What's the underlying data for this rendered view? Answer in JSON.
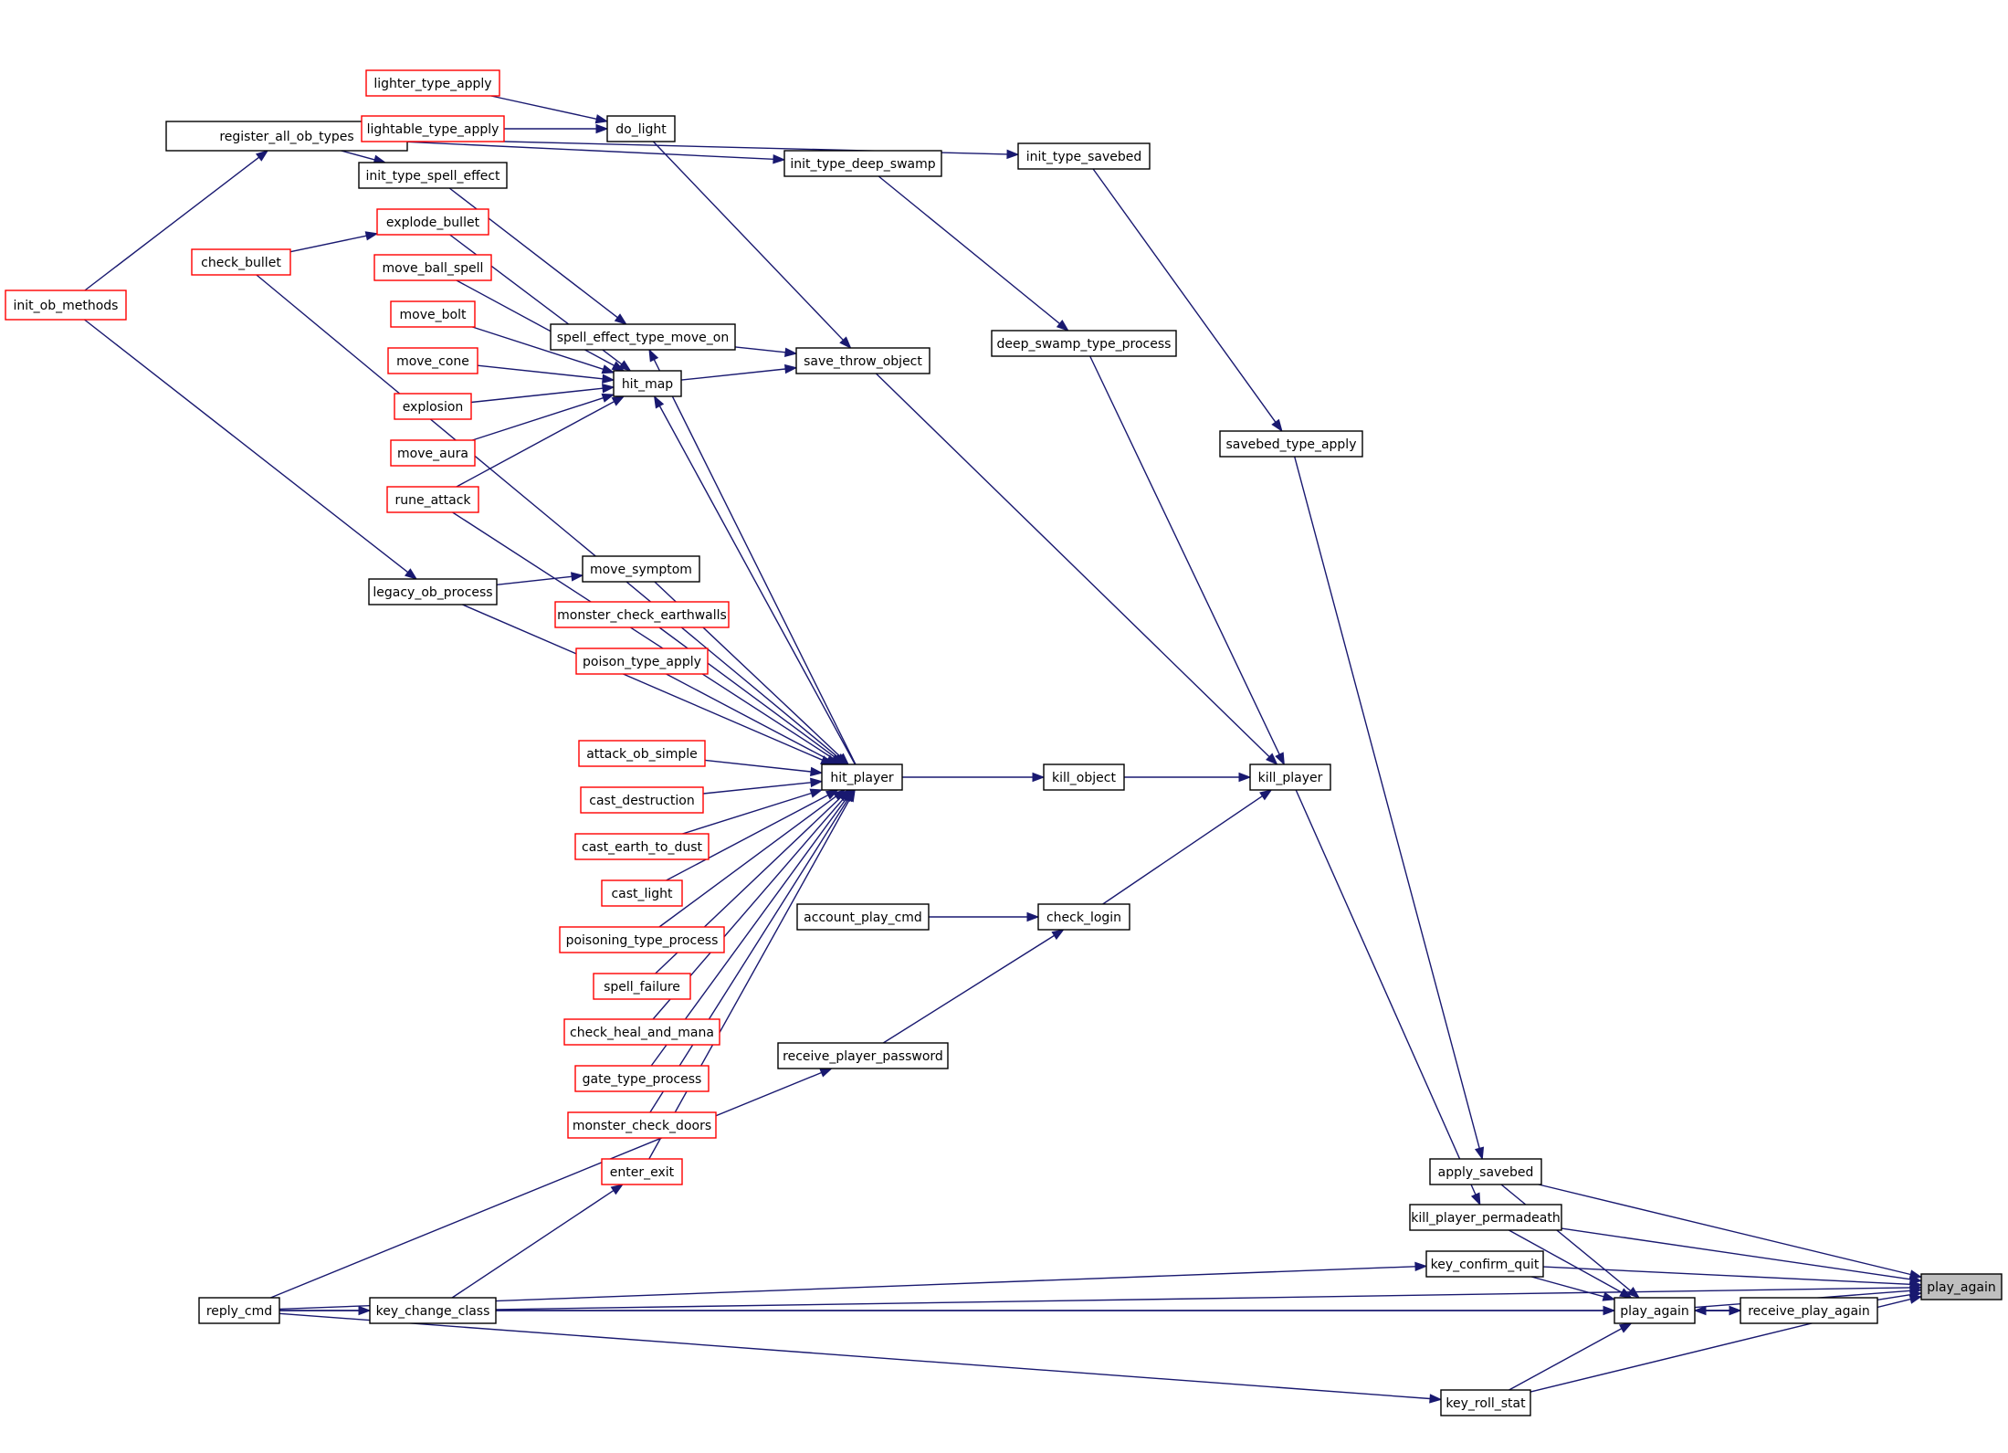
{
  "colors": {
    "edge": "#191970",
    "black_border": "#000000",
    "red_border": "#ff0000",
    "root_fill": "#bfbfbf"
  },
  "nodes": [
    {
      "id": "register_all_ob_types",
      "label": "register_all_ob_types",
      "border": "black"
    },
    {
      "id": "init_ob_methods",
      "label": "init_ob_methods",
      "border": "red"
    },
    {
      "id": "lighter_type_apply",
      "label": "lighter_type_apply",
      "border": "red"
    },
    {
      "id": "lightable_type_apply",
      "label": "lightable_type_apply",
      "border": "red"
    },
    {
      "id": "do_light",
      "label": "do_light",
      "border": "black"
    },
    {
      "id": "init_type_spell_effect",
      "label": "init_type_spell_effect",
      "border": "black"
    },
    {
      "id": "init_type_deep_swamp",
      "label": "init_type_deep_swamp",
      "border": "black"
    },
    {
      "id": "init_type_savebed",
      "label": "init_type_savebed",
      "border": "black"
    },
    {
      "id": "explode_bullet",
      "label": "explode_bullet",
      "border": "red"
    },
    {
      "id": "check_bullet",
      "label": "check_bullet",
      "border": "red"
    },
    {
      "id": "move_ball_spell",
      "label": "move_ball_spell",
      "border": "red"
    },
    {
      "id": "move_bolt",
      "label": "move_bolt",
      "border": "red"
    },
    {
      "id": "spell_effect_type_move_on",
      "label": "spell_effect_type_move_on",
      "border": "black"
    },
    {
      "id": "save_throw_object",
      "label": "save_throw_object",
      "border": "black"
    },
    {
      "id": "deep_swamp_type_process",
      "label": "deep_swamp_type_process",
      "border": "black"
    },
    {
      "id": "move_cone",
      "label": "move_cone",
      "border": "red"
    },
    {
      "id": "hit_map",
      "label": "hit_map",
      "border": "black"
    },
    {
      "id": "explosion",
      "label": "explosion",
      "border": "red"
    },
    {
      "id": "savebed_type_apply",
      "label": "savebed_type_apply",
      "border": "black"
    },
    {
      "id": "move_aura",
      "label": "move_aura",
      "border": "red"
    },
    {
      "id": "rune_attack",
      "label": "rune_attack",
      "border": "red"
    },
    {
      "id": "move_symptom",
      "label": "move_symptom",
      "border": "black"
    },
    {
      "id": "legacy_ob_process",
      "label": "legacy_ob_process",
      "border": "black"
    },
    {
      "id": "monster_check_earthwalls",
      "label": "monster_check_earthwalls",
      "border": "red"
    },
    {
      "id": "poison_type_apply",
      "label": "poison_type_apply",
      "border": "red"
    },
    {
      "id": "attack_ob_simple",
      "label": "attack_ob_simple",
      "border": "red"
    },
    {
      "id": "hit_player",
      "label": "hit_player",
      "border": "black"
    },
    {
      "id": "kill_object",
      "label": "kill_object",
      "border": "black"
    },
    {
      "id": "kill_player",
      "label": "kill_player",
      "border": "black"
    },
    {
      "id": "cast_destruction",
      "label": "cast_destruction",
      "border": "red"
    },
    {
      "id": "cast_earth_to_dust",
      "label": "cast_earth_to_dust",
      "border": "red"
    },
    {
      "id": "cast_light",
      "label": "cast_light",
      "border": "red"
    },
    {
      "id": "account_play_cmd",
      "label": "account_play_cmd",
      "border": "black"
    },
    {
      "id": "check_login",
      "label": "check_login",
      "border": "black"
    },
    {
      "id": "poisoning_type_process",
      "label": "poisoning_type_process",
      "border": "red"
    },
    {
      "id": "spell_failure",
      "label": "spell_failure",
      "border": "red"
    },
    {
      "id": "check_heal_and_mana",
      "label": "check_heal_and_mana",
      "border": "red"
    },
    {
      "id": "receive_player_password",
      "label": "receive_player_password",
      "border": "black"
    },
    {
      "id": "gate_type_process",
      "label": "gate_type_process",
      "border": "red"
    },
    {
      "id": "monster_check_doors",
      "label": "monster_check_doors",
      "border": "red"
    },
    {
      "id": "enter_exit",
      "label": "enter_exit",
      "border": "red"
    },
    {
      "id": "apply_savebed",
      "label": "apply_savebed",
      "border": "black"
    },
    {
      "id": "kill_player_permadeath",
      "label": "kill_player_permadeath",
      "border": "black"
    },
    {
      "id": "key_confirm_quit",
      "label": "key_confirm_quit",
      "border": "black"
    },
    {
      "id": "play_again_root",
      "label": "play_again",
      "border": "gray"
    },
    {
      "id": "reply_cmd",
      "label": "reply_cmd",
      "border": "black"
    },
    {
      "id": "key_change_class",
      "label": "key_change_class",
      "border": "black"
    },
    {
      "id": "play_again",
      "label": "play_again",
      "border": "black"
    },
    {
      "id": "receive_play_again",
      "label": "receive_play_again",
      "border": "black"
    },
    {
      "id": "key_roll_stat",
      "label": "key_roll_stat",
      "border": "black"
    }
  ],
  "edges": [
    [
      "init_ob_methods",
      "register_all_ob_types"
    ],
    [
      "register_all_ob_types",
      "init_type_deep_swamp"
    ],
    [
      "register_all_ob_types",
      "init_type_savebed"
    ],
    [
      "register_all_ob_types",
      "init_type_spell_effect"
    ],
    [
      "lighter_type_apply",
      "do_light"
    ],
    [
      "lightable_type_apply",
      "do_light"
    ],
    [
      "do_light",
      "save_throw_object"
    ],
    [
      "init_type_deep_swamp",
      "deep_swamp_type_process"
    ],
    [
      "init_type_savebed",
      "savebed_type_apply"
    ],
    [
      "init_type_spell_effect",
      "spell_effect_type_move_on"
    ],
    [
      "check_bullet",
      "explode_bullet"
    ],
    [
      "explode_bullet",
      "hit_map"
    ],
    [
      "move_ball_spell",
      "hit_map"
    ],
    [
      "move_bolt",
      "hit_map"
    ],
    [
      "move_cone",
      "hit_map"
    ],
    [
      "explosion",
      "hit_map"
    ],
    [
      "move_aura",
      "hit_map"
    ],
    [
      "rune_attack",
      "hit_map"
    ],
    [
      "spell_effect_type_move_on",
      "save_throw_object"
    ],
    [
      "hit_map",
      "save_throw_object"
    ],
    [
      "save_throw_object",
      "kill_player"
    ],
    [
      "deep_swamp_type_process",
      "kill_player"
    ],
    [
      "savebed_type_apply",
      "apply_savebed"
    ],
    [
      "init_ob_methods",
      "legacy_ob_process"
    ],
    [
      "legacy_ob_process",
      "move_symptom"
    ],
    [
      "hit_player",
      "hit_map"
    ],
    [
      "hit_player",
      "spell_effect_type_move_on"
    ],
    [
      "check_bullet",
      "hit_player"
    ],
    [
      "rune_attack",
      "hit_player"
    ],
    [
      "move_symptom",
      "hit_player"
    ],
    [
      "legacy_ob_process",
      "hit_player"
    ],
    [
      "monster_check_earthwalls",
      "hit_player"
    ],
    [
      "poison_type_apply",
      "hit_player"
    ],
    [
      "attack_ob_simple",
      "hit_player"
    ],
    [
      "cast_destruction",
      "hit_player"
    ],
    [
      "cast_earth_to_dust",
      "hit_player"
    ],
    [
      "cast_light",
      "hit_player"
    ],
    [
      "poisoning_type_process",
      "hit_player"
    ],
    [
      "spell_failure",
      "hit_player"
    ],
    [
      "check_heal_and_mana",
      "hit_player"
    ],
    [
      "gate_type_process",
      "hit_player"
    ],
    [
      "monster_check_doors",
      "hit_player"
    ],
    [
      "enter_exit",
      "hit_player"
    ],
    [
      "hit_player",
      "kill_object"
    ],
    [
      "kill_object",
      "kill_player"
    ],
    [
      "check_login",
      "kill_player"
    ],
    [
      "account_play_cmd",
      "check_login"
    ],
    [
      "receive_player_password",
      "check_login"
    ],
    [
      "reply_cmd",
      "receive_player_password"
    ],
    [
      "key_change_class",
      "enter_exit"
    ],
    [
      "kill_player",
      "kill_player_permadeath"
    ],
    [
      "apply_savebed",
      "play_again_root"
    ],
    [
      "kill_player_permadeath",
      "play_again_root"
    ],
    [
      "key_confirm_quit",
      "play_again_root"
    ],
    [
      "play_again",
      "play_again_root"
    ],
    [
      "receive_play_again",
      "play_again_root"
    ],
    [
      "key_change_class",
      "play_again_root"
    ],
    [
      "key_roll_stat",
      "play_again_root"
    ],
    [
      "reply_cmd",
      "key_confirm_quit"
    ],
    [
      "reply_cmd",
      "key_change_class"
    ],
    [
      "reply_cmd",
      "key_roll_stat"
    ],
    [
      "reply_cmd",
      "receive_play_again"
    ],
    [
      "apply_savebed",
      "play_again"
    ],
    [
      "kill_player_permadeath",
      "play_again"
    ],
    [
      "key_confirm_quit",
      "play_again"
    ],
    [
      "key_change_class",
      "play_again"
    ],
    [
      "key_roll_stat",
      "play_again"
    ],
    [
      "play_again",
      "receive_play_again"
    ],
    [
      "receive_play_again",
      "play_again"
    ]
  ]
}
